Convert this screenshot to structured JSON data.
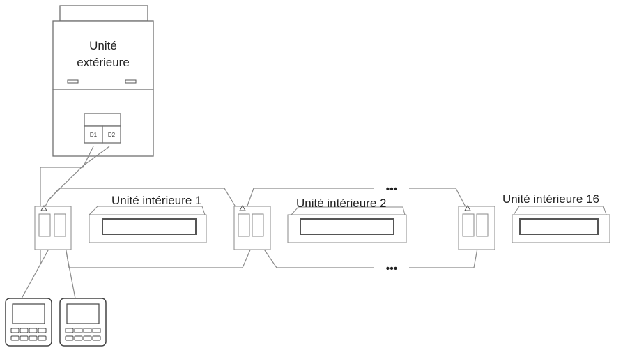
{
  "outdoor_unit": {
    "label_line1": "Unité",
    "label_line2": "extérieure",
    "terminal_1": "D1",
    "terminal_2": "D2"
  },
  "indoor_units": [
    {
      "label": "Unité intérieure 1"
    },
    {
      "label": "Unité intérieure 2"
    },
    {
      "label": "Unité intérieure 16"
    }
  ],
  "continuation_marker": "•••",
  "wired_controllers": 2
}
